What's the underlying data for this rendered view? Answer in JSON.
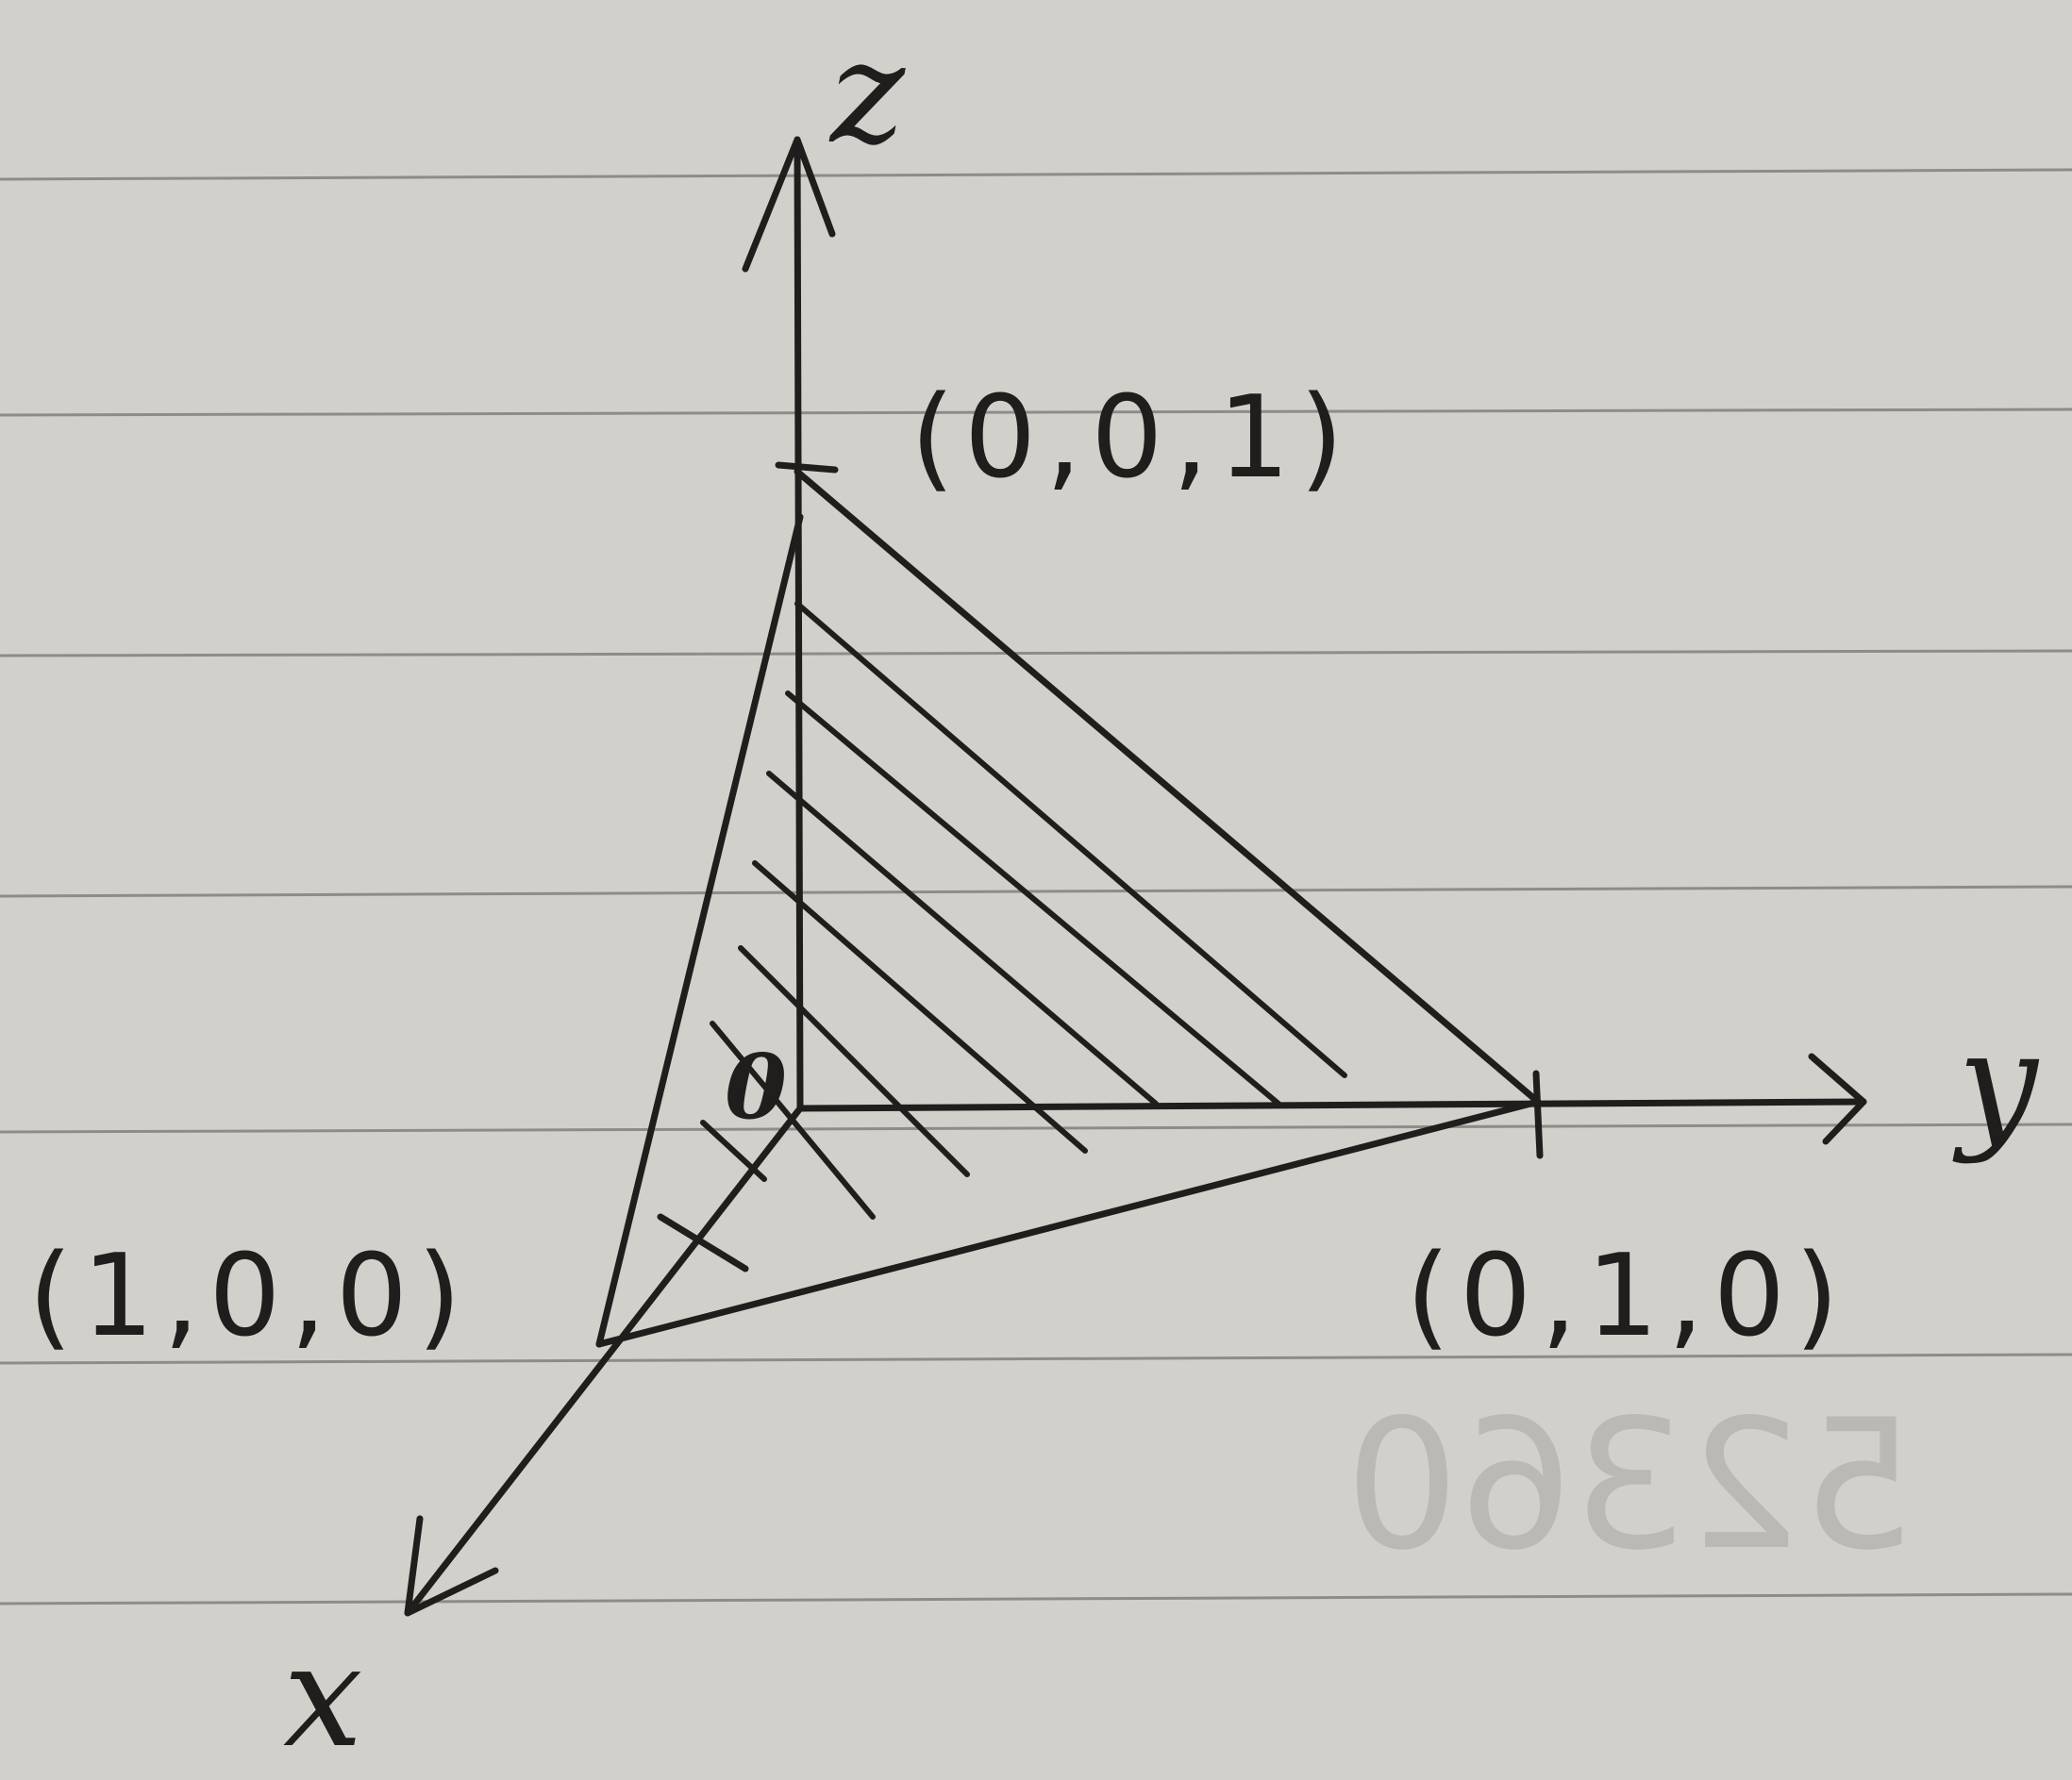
{
  "diagram": {
    "axes": {
      "z_label": "z",
      "y_label": "y",
      "x_label": "x",
      "origin_label": "0"
    },
    "points": {
      "z_intercept": "(0,0,1)",
      "y_intercept": "(0,1,0)",
      "x_intercept": "(1,0,0)"
    },
    "bleed_through_text": "52360",
    "colors": {
      "paper": "#d2d0cb",
      "ink": "#1f1e1c",
      "rule_lines": "#8e8c88"
    }
  }
}
